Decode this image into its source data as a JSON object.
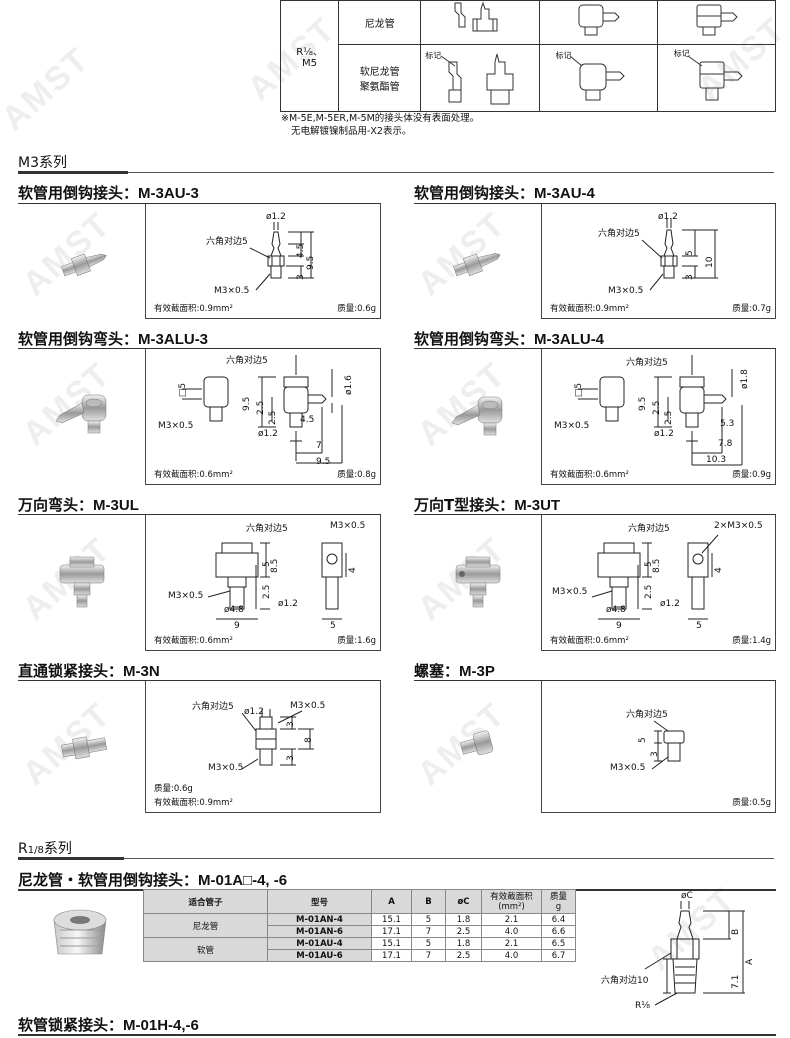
{
  "top_table": {
    "row_label": "R¹⁄₈、\nM5",
    "rows": [
      {
        "tube": "尼龙管"
      },
      {
        "tube": "软尼龙管\n聚氨酯管",
        "mark": "标记"
      }
    ]
  },
  "notes": [
    "※M-5E,M-5ER,M-5M的接头体没有表面处理。",
    "无电解镀镍制品用-X2表示。"
  ],
  "m3_series": {
    "title": "M3系列"
  },
  "products": [
    {
      "id": "m3au3",
      "label": "软管用倒钩接头",
      "code": "M-3AU-3",
      "area": "有效截面积:0.9mm²",
      "mass": "质量:0.6g",
      "dims": {
        "hex": "六角对边5",
        "thread": "M3×0.5",
        "d": "ø1.2",
        "v1": "4.5",
        "v2": "9.5",
        "v3": "3"
      }
    },
    {
      "id": "m3au4",
      "label": "软管用倒钩接头",
      "code": "M-3AU-4",
      "area": "有效截面积:0.9mm²",
      "mass": "质量:0.7g",
      "dims": {
        "hex": "六角对边5",
        "thread": "M3×0.5",
        "d": "ø1.2",
        "v1": "5",
        "v2": "10",
        "v3": "3"
      }
    },
    {
      "id": "m3alu3",
      "label": "软管用倒钩弯头",
      "code": "M-3ALU-3",
      "area": "有效截面积:0.6mm²",
      "mass": "质量:0.8g",
      "dims": {
        "hex": "六角对边5",
        "thread": "M3×0.5",
        "sq": "□5",
        "d": "ø1.2",
        "d2": "ø1.6",
        "v1": "9.5",
        "v2": "2.5",
        "v3": "2.5",
        "v4": "4.5",
        "h1": "7",
        "h2": "9.5"
      }
    },
    {
      "id": "m3alu4",
      "label": "软管用倒钩弯头",
      "code": "M-3ALU-4",
      "area": "有效截面积:0.6mm²",
      "mass": "质量:0.9g",
      "dims": {
        "hex": "六角对边5",
        "thread": "M3×0.5",
        "sq": "□5",
        "d": "ø1.2",
        "d2": "ø1.8",
        "v1": "9.5",
        "v2": "2.5",
        "v3": "2.5",
        "v4": "5.3",
        "h1": "7.8",
        "h2": "10.3"
      }
    },
    {
      "id": "m3ul",
      "label": "万向弯头",
      "code": "M-3UL",
      "area": "有效截面积:0.6mm²",
      "mass": "质量:1.6g",
      "dims": {
        "hex": "六角对边5",
        "thread": "M3×0.5",
        "thread2": "M3×0.5",
        "d": "ø4.8",
        "d2": "ø1.2",
        "v1": "5",
        "v2": "8.5",
        "v3": "2.5",
        "v4": "4",
        "h1": "9",
        "h2": "5"
      }
    },
    {
      "id": "m3ut",
      "label": "万向T型接头",
      "code": "M-3UT",
      "area": "有效截面积:0.6mm²",
      "mass": "质量:1.4g",
      "dims": {
        "hex": "六角对边5",
        "thread": "M3×0.5",
        "thread2": "2×M3×0.5",
        "d": "ø4.8",
        "d2": "ø1.2",
        "v1": "5",
        "v2": "8.5",
        "v3": "2.5",
        "v4": "4",
        "h1": "9",
        "h2": "5"
      }
    },
    {
      "id": "m3n",
      "label": "直通锁紧接头",
      "code": "M-3N",
      "area": "有效截面积:0.9mm²",
      "mass": "质量:0.6g",
      "dims": {
        "hex": "六角对边5",
        "thread": "M3×0.5",
        "thread2": "M3×0.5",
        "d": "ø1.2",
        "v1": "3",
        "v2": "8",
        "v3": "3"
      }
    },
    {
      "id": "m3p",
      "label": "螺塞",
      "code": "M-3P",
      "mass": "质量:0.5g",
      "dims": {
        "hex": "六角对边5",
        "thread": "M3×0.5",
        "v1": "5",
        "v2": "3"
      }
    }
  ],
  "r18_series": {
    "title_pre": "R",
    "title_frac": "1/8",
    "title_post": "系列"
  },
  "r18_product": {
    "label": "尼龙管・软管用倒钩接头",
    "code": "M-01A□-4, -6",
    "table": {
      "headers": [
        "适合管子",
        "型号",
        "A",
        "B",
        "øC",
        "有效截面积\n(mm²)",
        "质量\ng"
      ],
      "groups": [
        {
          "tube": "尼龙管",
          "rows": [
            [
              "M-01AN-4",
              "15.1",
              "5",
              "1.8",
              "2.1",
              "6.4"
            ],
            [
              "M-01AN-6",
              "17.1",
              "7",
              "2.5",
              "4.0",
              "6.6"
            ]
          ]
        },
        {
          "tube": "软管",
          "rows": [
            [
              "M-01AU-4",
              "15.1",
              "5",
              "1.8",
              "2.1",
              "6.5"
            ],
            [
              "M-01AU-6",
              "17.1",
              "7",
              "2.5",
              "4.0",
              "6.7"
            ]
          ]
        }
      ]
    },
    "dims": {
      "c": "øC",
      "b": "B",
      "a": "A",
      "v": "7.1",
      "hex": "六角对边10",
      "r": "R¹⁄₈"
    }
  },
  "r18_next": {
    "label": "软管锁紧接头",
    "code": "M-01H-4,-6"
  },
  "watermark": "AMST"
}
